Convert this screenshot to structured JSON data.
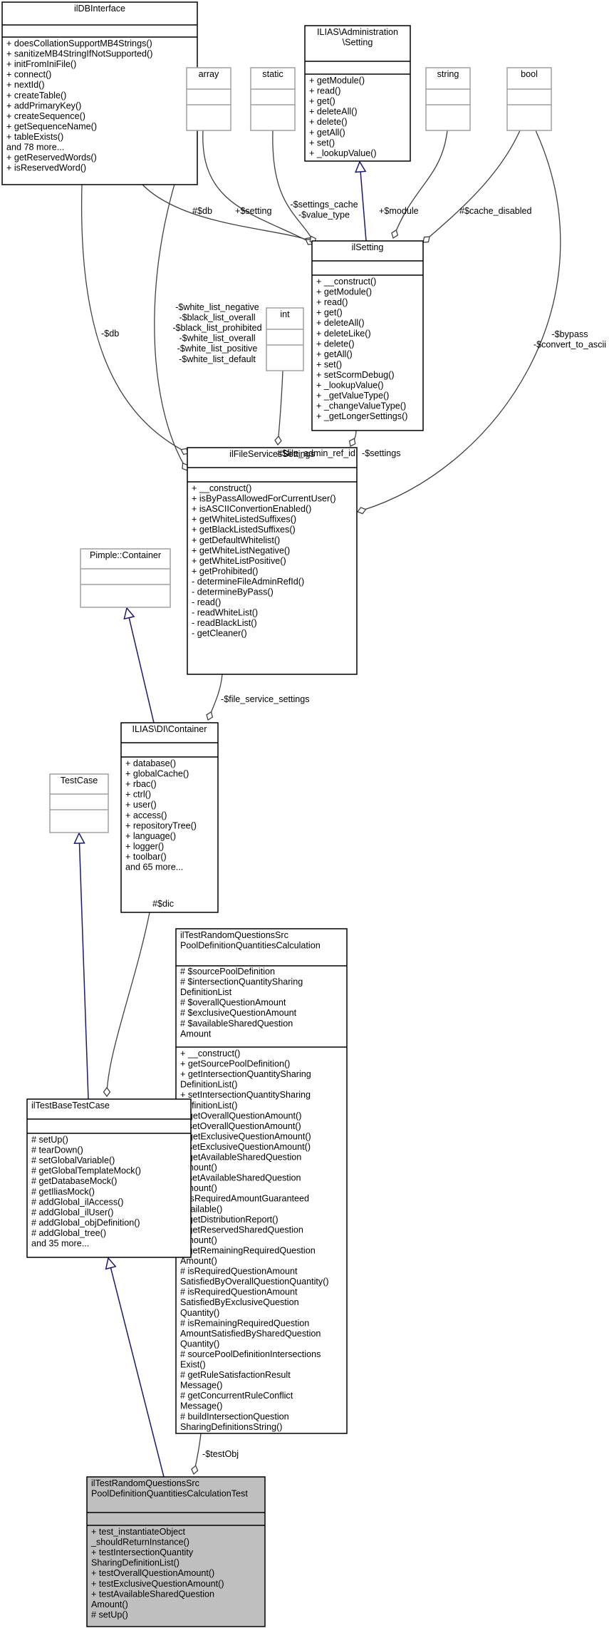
{
  "classes": {
    "ildb": {
      "name": [
        "ilDBInterface"
      ],
      "attrs": [],
      "methods": [
        "+ doesCollationSupportMB4Strings()",
        "+ sanitizeMB4StringIfNotSupported()",
        "+ initFromIniFile()",
        "+ connect()",
        "+ nextId()",
        "+ createTable()",
        "+ addPrimaryKey()",
        "+ createSequence()",
        "+ getSequenceName()",
        "+ tableExists()",
        "and 78 more...",
        "+ getReservedWords()",
        "+ isReservedWord()"
      ]
    },
    "array": {
      "name": [
        "array"
      ],
      "attrs": [],
      "methods": []
    },
    "static": {
      "name": [
        "static"
      ],
      "attrs": [],
      "methods": []
    },
    "admsetting": {
      "name": [
        "ILIAS\\Administration",
        "\\Setting"
      ],
      "attrs": [],
      "methods": [
        "+ getModule()",
        "+ read()",
        "+ get()",
        "+ deleteAll()",
        "+ delete()",
        "+ getAll()",
        "+ set()",
        "+ _lookupValue()"
      ]
    },
    "string": {
      "name": [
        "string"
      ],
      "attrs": [],
      "methods": []
    },
    "bool": {
      "name": [
        "bool"
      ],
      "attrs": [],
      "methods": []
    },
    "ilsetting": {
      "name": [
        "ilSetting"
      ],
      "attrs": [],
      "methods": [
        "+ __construct()",
        "+ getModule()",
        "+ read()",
        "+ get()",
        "+ deleteAll()",
        "+ deleteLike()",
        "+ delete()",
        "+ getAll()",
        "+ set()",
        "+ setScormDebug()",
        "+ _lookupValue()",
        "+ _getValueType()",
        "+ _changeValueType()",
        "+ _getLongerSettings()"
      ]
    },
    "int": {
      "name": [
        "int"
      ],
      "attrs": [],
      "methods": []
    },
    "filesvc": {
      "name": [
        "ilFileServicesSettings"
      ],
      "attrs": [],
      "methods": [
        "+ __construct()",
        "+ isByPassAllowedForCurrentUser()",
        "+ isASCIIConvertionEnabled()",
        "+ getWhiteListedSuffixes()",
        "+ getBlackListedSuffixes()",
        "+ getDefaultWhitelist()",
        "+ getWhiteListNegative()",
        "+ getWhiteListPositive()",
        "+ getProhibited()",
        "- determineFileAdminRefId()",
        "- determineByPass()",
        "- read()",
        "- readWhiteList()",
        "- readBlackList()",
        "- getCleaner()"
      ]
    },
    "pimple": {
      "name": [
        "Pimple::Container"
      ],
      "attrs": [],
      "methods": []
    },
    "container": {
      "name": [
        "ILIAS\\DI\\Container"
      ],
      "attrs": [],
      "methods": [
        "+ database()",
        "+ globalCache()",
        "+ rbac()",
        "+ ctrl()",
        "+ user()",
        "+ access()",
        "+ repositoryTree()",
        "+ language()",
        "+ logger()",
        "+ toolbar()",
        "and 65 more..."
      ]
    },
    "testcase": {
      "name": [
        "TestCase"
      ],
      "attrs": [],
      "methods": []
    },
    "calc": {
      "name": [
        "ilTestRandomQuestionsSrc",
        "PoolDefinitionQuantitiesCalculation"
      ],
      "attrs": [
        "# $sourcePoolDefinition",
        "# $intersectionQuantitySharing",
        "DefinitionList",
        "# $overallQuestionAmount",
        "# $exclusiveQuestionAmount",
        "# $availableSharedQuestion",
        "Amount"
      ],
      "methods": [
        "+ __construct()",
        "+ getSourcePoolDefinition()",
        "+ getIntersectionQuantitySharing",
        "DefinitionList()",
        "+ setIntersectionQuantitySharing",
        "DefinitionList()",
        "+ getOverallQuestionAmount()",
        "+ setOverallQuestionAmount()",
        "+ getExclusiveQuestionAmount()",
        "+ setExclusiveQuestionAmount()",
        "+ getAvailableSharedQuestion",
        "Amount()",
        "+ setAvailableSharedQuestion",
        "Amount()",
        "+ isRequiredAmountGuaranteed",
        "Available()",
        "+ getDistributionReport()",
        "# getReservedSharedQuestion",
        "Amount()",
        "# getRemainingRequiredQuestion",
        "Amount()",
        "# isRequiredQuestionAmount",
        "SatisfiedByOverallQuestionQuantity()",
        "# isRequiredQuestionAmount",
        "SatisfiedByExclusiveQuestion",
        "Quantity()",
        "# isRemainingRequiredQuestion",
        "AmountSatisfiedBySharedQuestion",
        "Quantity()",
        "# sourcePoolDefinitionIntersections",
        "Exist()",
        "# getRuleSatisfactionResult",
        "Message()",
        "# getConcurrentRuleConflict",
        "Message()",
        "# buildIntersectionQuestion",
        "SharingDefinitionsString()"
      ]
    },
    "basetest": {
      "name": [
        "ilTestBaseTestCase"
      ],
      "attrs": [],
      "methods": [
        "# setUp()",
        "# tearDown()",
        "# setGlobalVariable()",
        "# getGlobalTemplateMock()",
        "# getDatabaseMock()",
        "# getIliasMock()",
        "# addGlobal_ilAccess()",
        "# addGlobal_ilUser()",
        "# addGlobal_objDefinition()",
        "# addGlobal_tree()",
        "and 35 more..."
      ]
    },
    "calctest": {
      "name": [
        "ilTestRandomQuestionsSrc",
        "PoolDefinitionQuantitiesCalculationTest"
      ],
      "attrs": [],
      "methods": [
        "+ test_instantiateObject",
        "_shouldReturnInstance()",
        "+ testIntersectionQuantity",
        "SharingDefinitionList()",
        "+ testOverallQuestionAmount()",
        "+ testExclusiveQuestionAmount()",
        "+ testAvailableSharedQuestion",
        "Amount()",
        "# setUp()"
      ]
    }
  },
  "edge_labels": {
    "db_setting": [
      "#$db"
    ],
    "array_setting": [
      "+$setting"
    ],
    "static_setting": [
      "-$settings_cache",
      "-$value_type"
    ],
    "string_setting": [
      "+$module"
    ],
    "bool_setting": [
      "#$cache_disabled"
    ],
    "db_filesvc": [
      "-$db"
    ],
    "array_filesvc": [
      "-$white_list_negative",
      "-$black_list_overall",
      "-$black_list_prohibited",
      "-$white_list_overall",
      "-$white_list_positive",
      "-$white_list_default"
    ],
    "bool_filesvc": [
      "-$bypass",
      "-$convert_to_ascii"
    ],
    "int_filesvc": [
      "#$file_admin_ref_id"
    ],
    "setting_filesvc": [
      "-$settings"
    ],
    "filesvc_container": [
      "-$file_service_settings"
    ],
    "container_basetest": [
      "#$dic"
    ],
    "calc_calctest": [
      "-$testObj"
    ]
  }
}
